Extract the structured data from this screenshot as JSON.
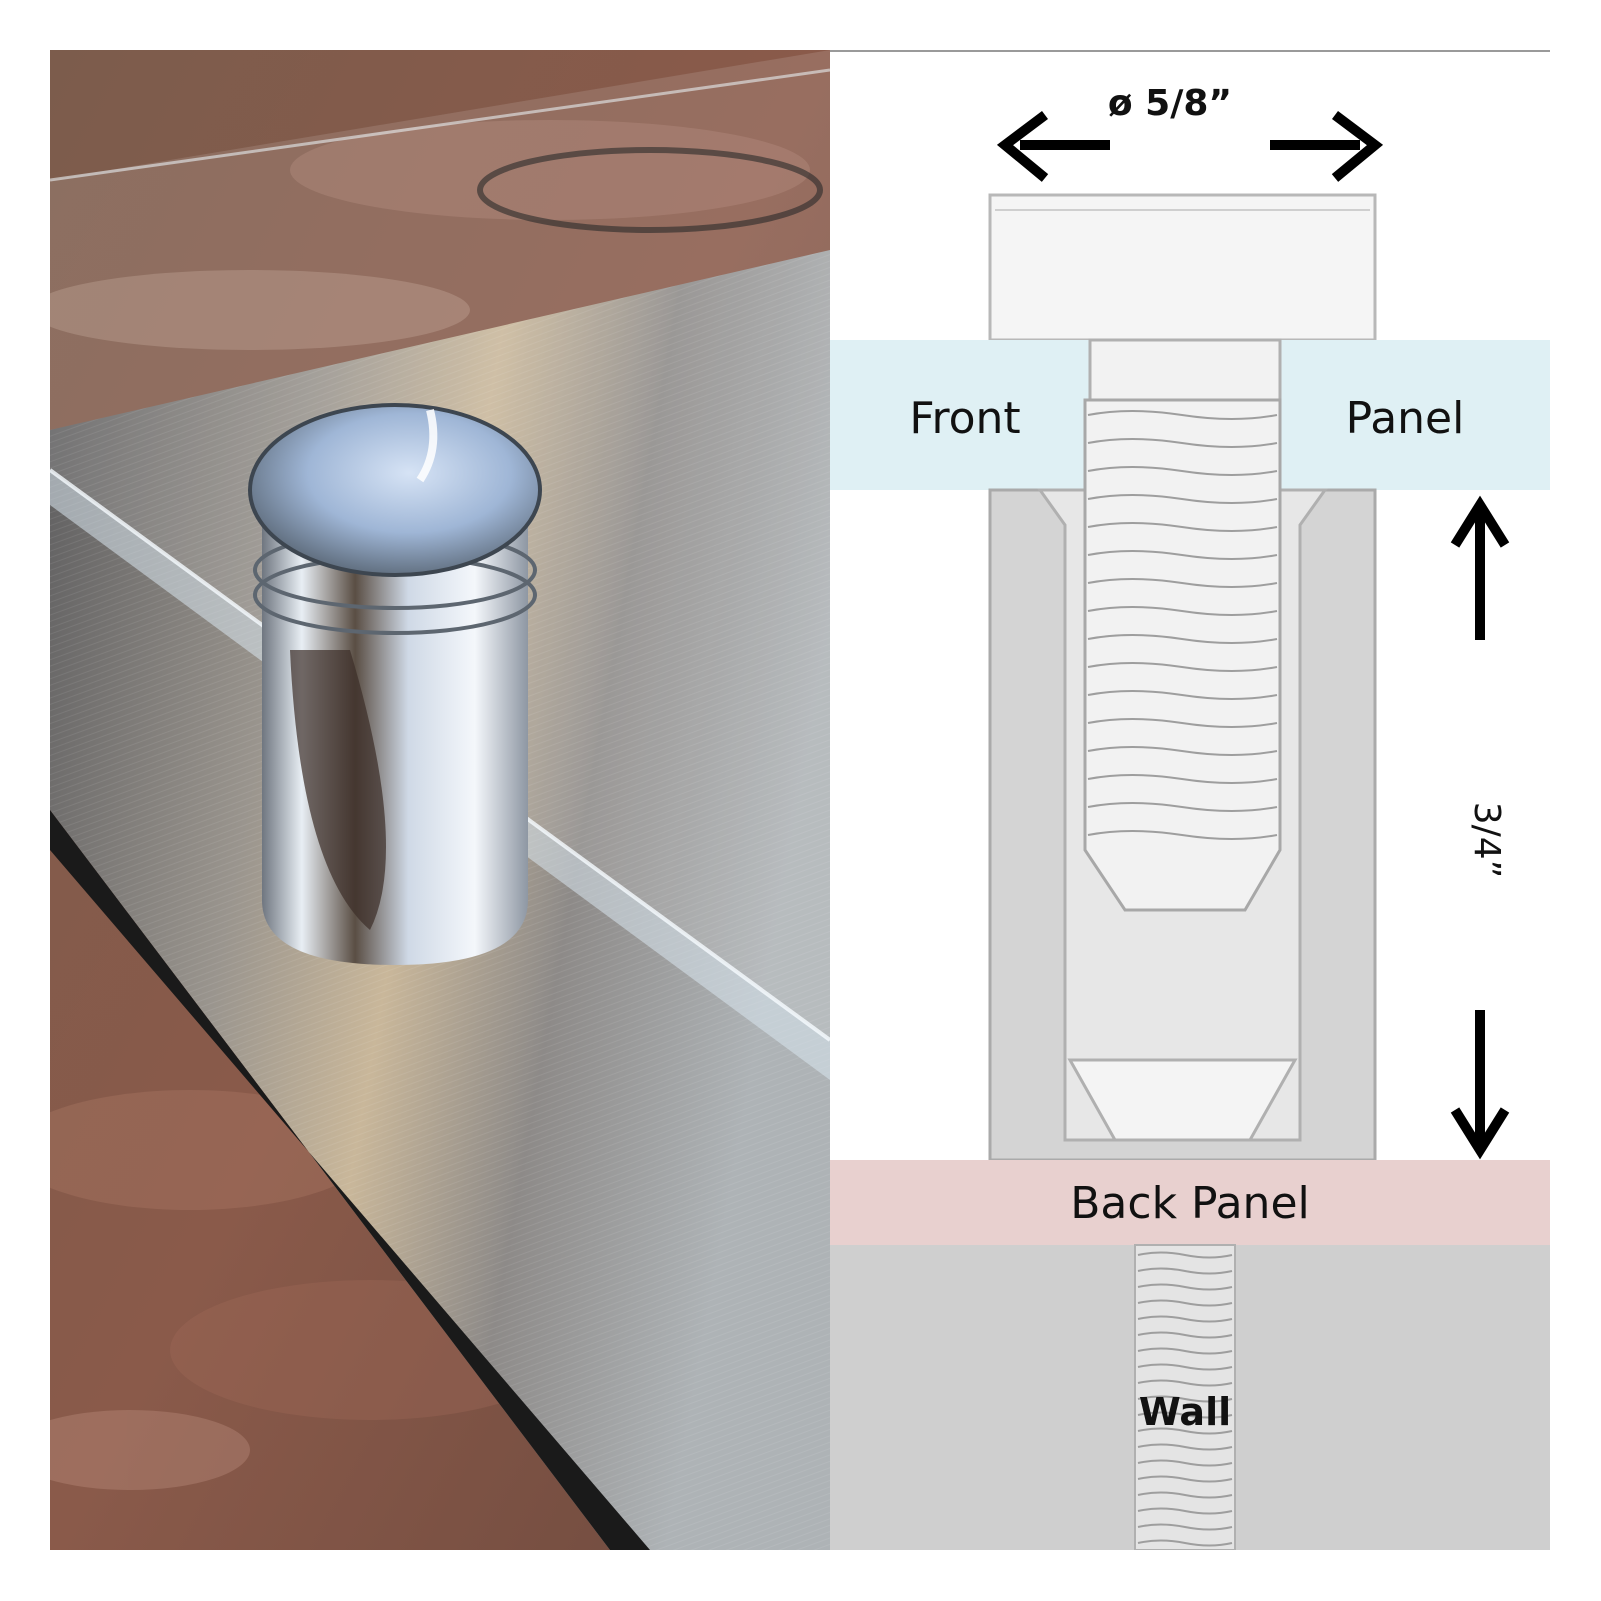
{
  "diagram": {
    "diameter_label": "ø  5/8”",
    "front_label": "Front",
    "panel_label": "Panel",
    "length_label": "3/4”",
    "back_panel_label": "Back Panel",
    "wall_label": "Wall"
  },
  "colors": {
    "front_panel": "#dff0f4",
    "back_panel": "#e8d0cf",
    "wall": "#cfcfcf",
    "standoff_body": "#d4d4d4",
    "screw": "#f2f2f2"
  },
  "photo": {
    "subject": "chrome-standoff-on-acrylic-panel"
  }
}
